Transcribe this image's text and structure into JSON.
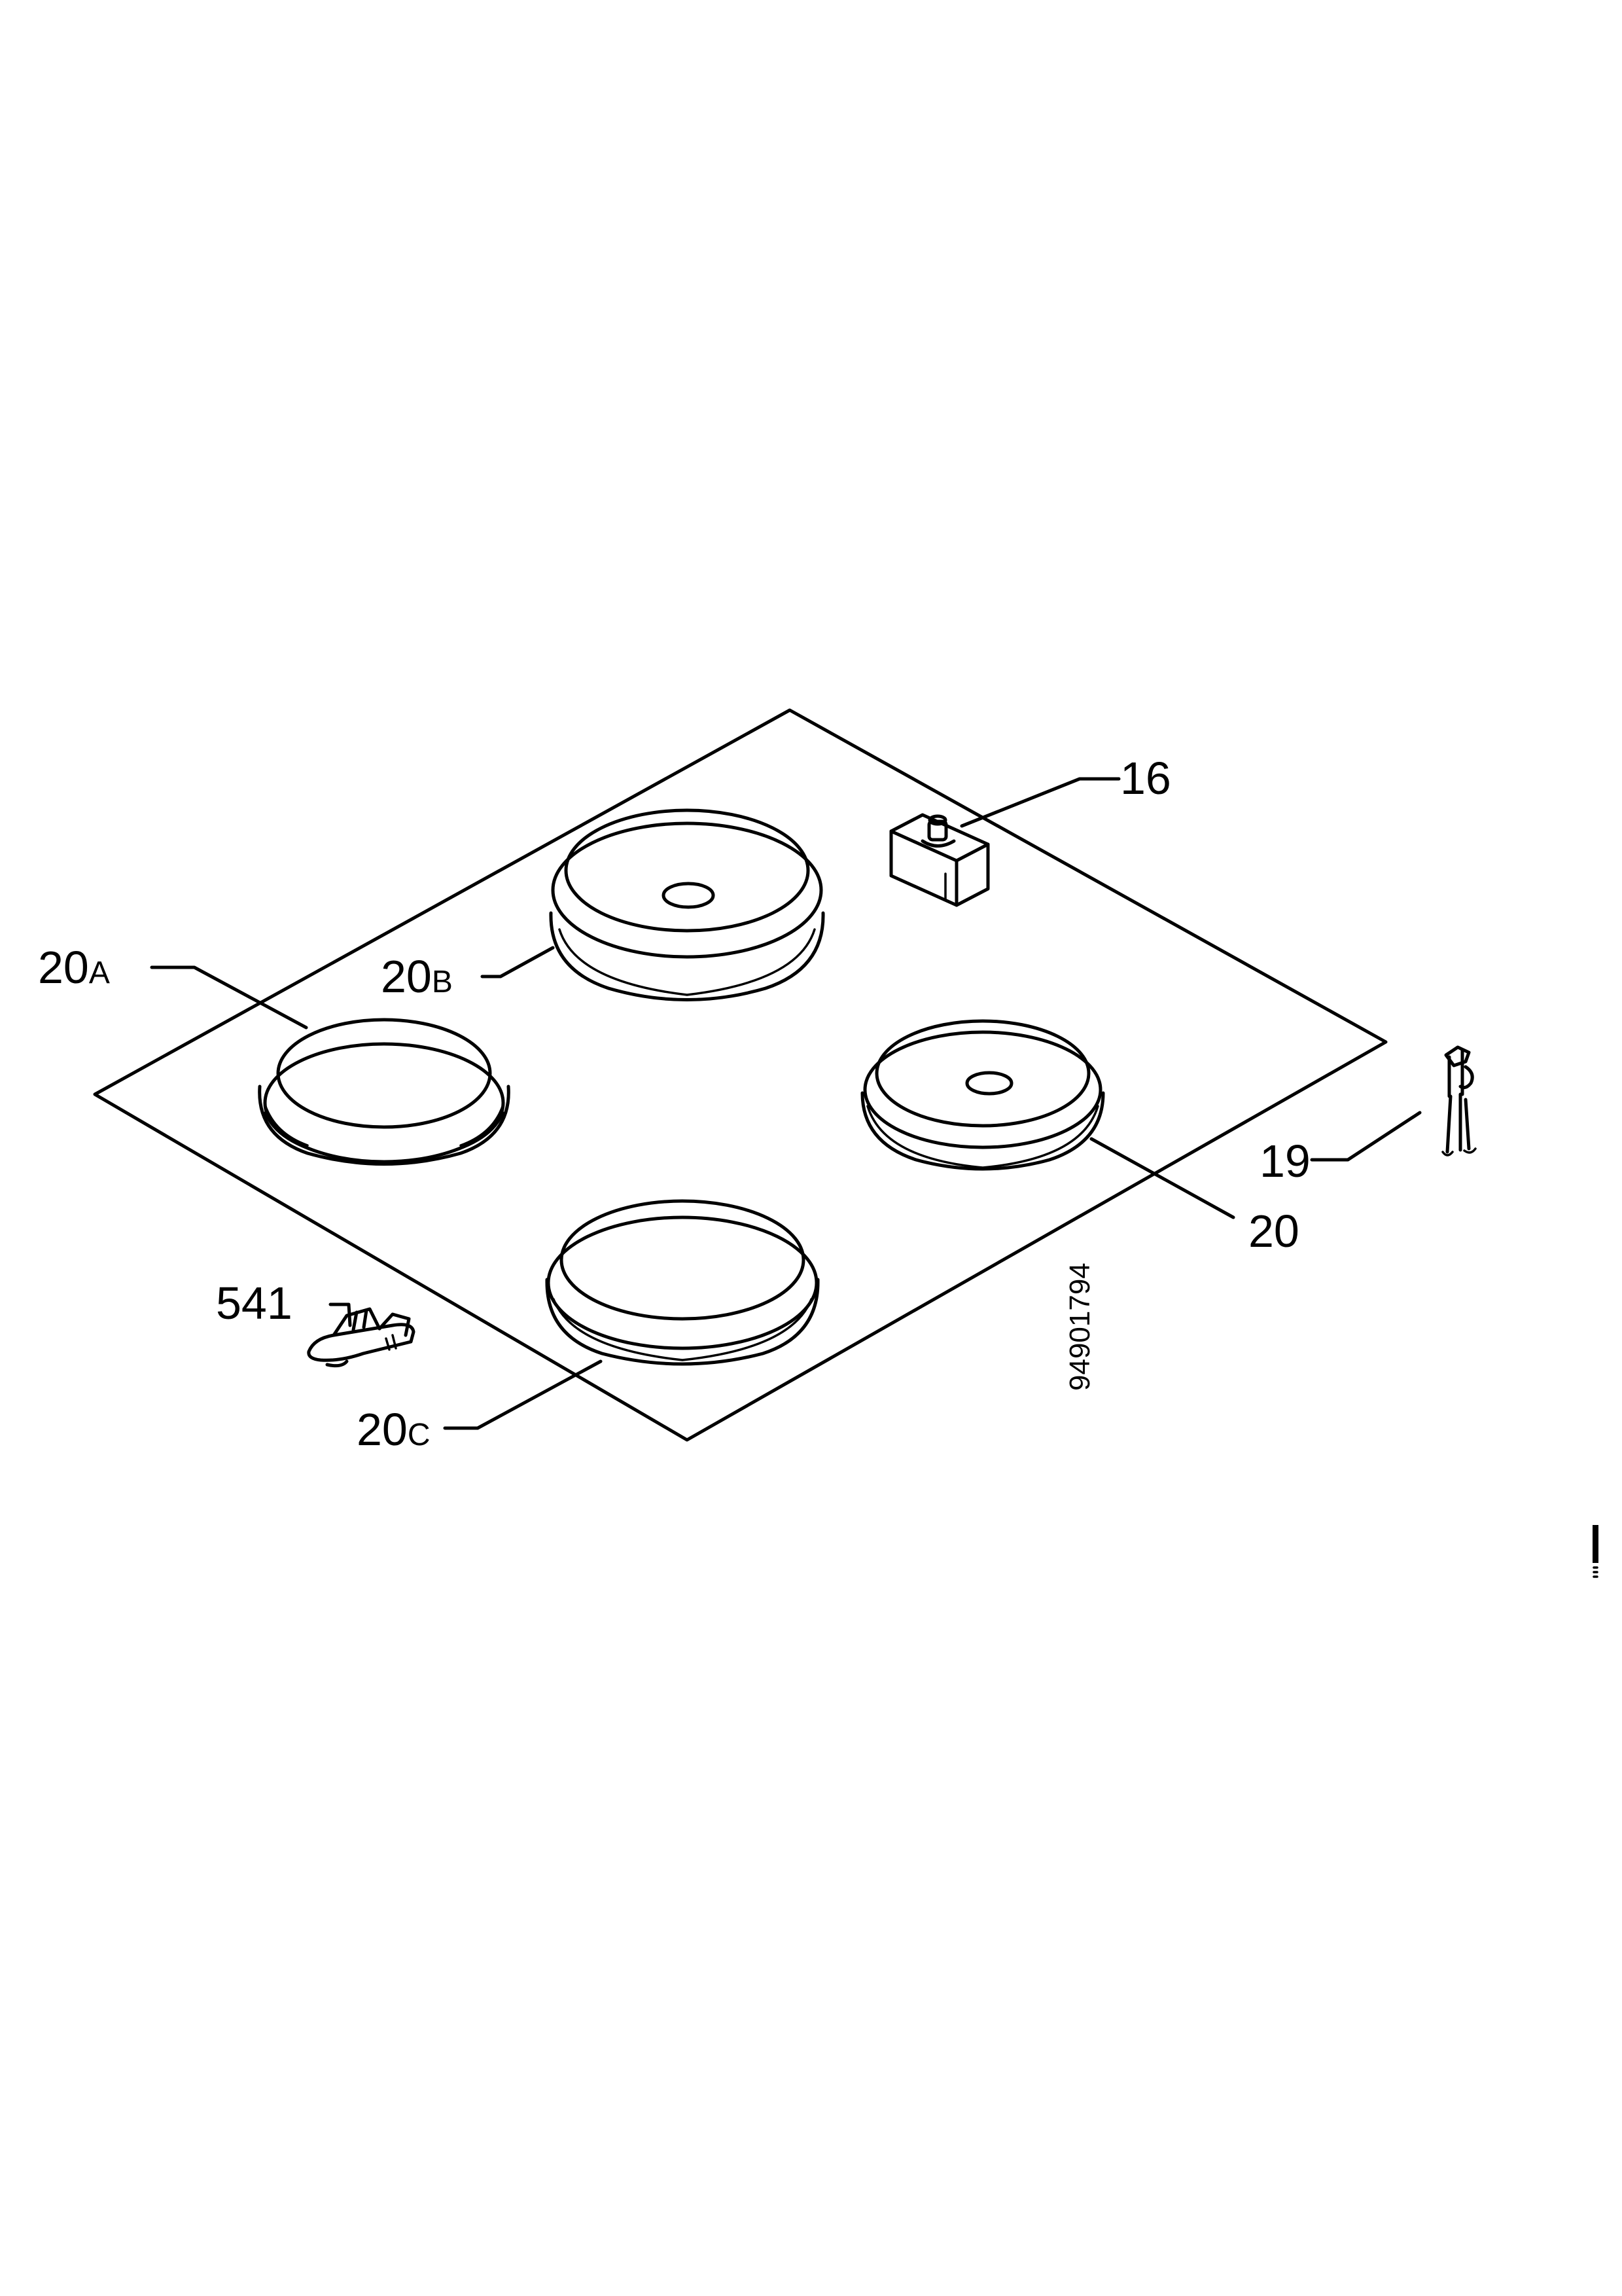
{
  "callouts": {
    "c16": "16",
    "c19": "19",
    "c20": "20",
    "c20a_num": "20",
    "c20a_suffix": "A",
    "c20b_num": "20",
    "c20b_suffix": "B",
    "c20c_num": "20",
    "c20c_suffix": "C",
    "c541": "541"
  },
  "document_number": "94901794",
  "colors": {
    "ink": "#000000",
    "paper": "#ffffff"
  },
  "icons": {
    "plate": "hob-plate-icon",
    "burner": "cooking-zone-icon",
    "switch": "switch-icon",
    "clip": "clip-icon",
    "connector": "connector-icon"
  }
}
